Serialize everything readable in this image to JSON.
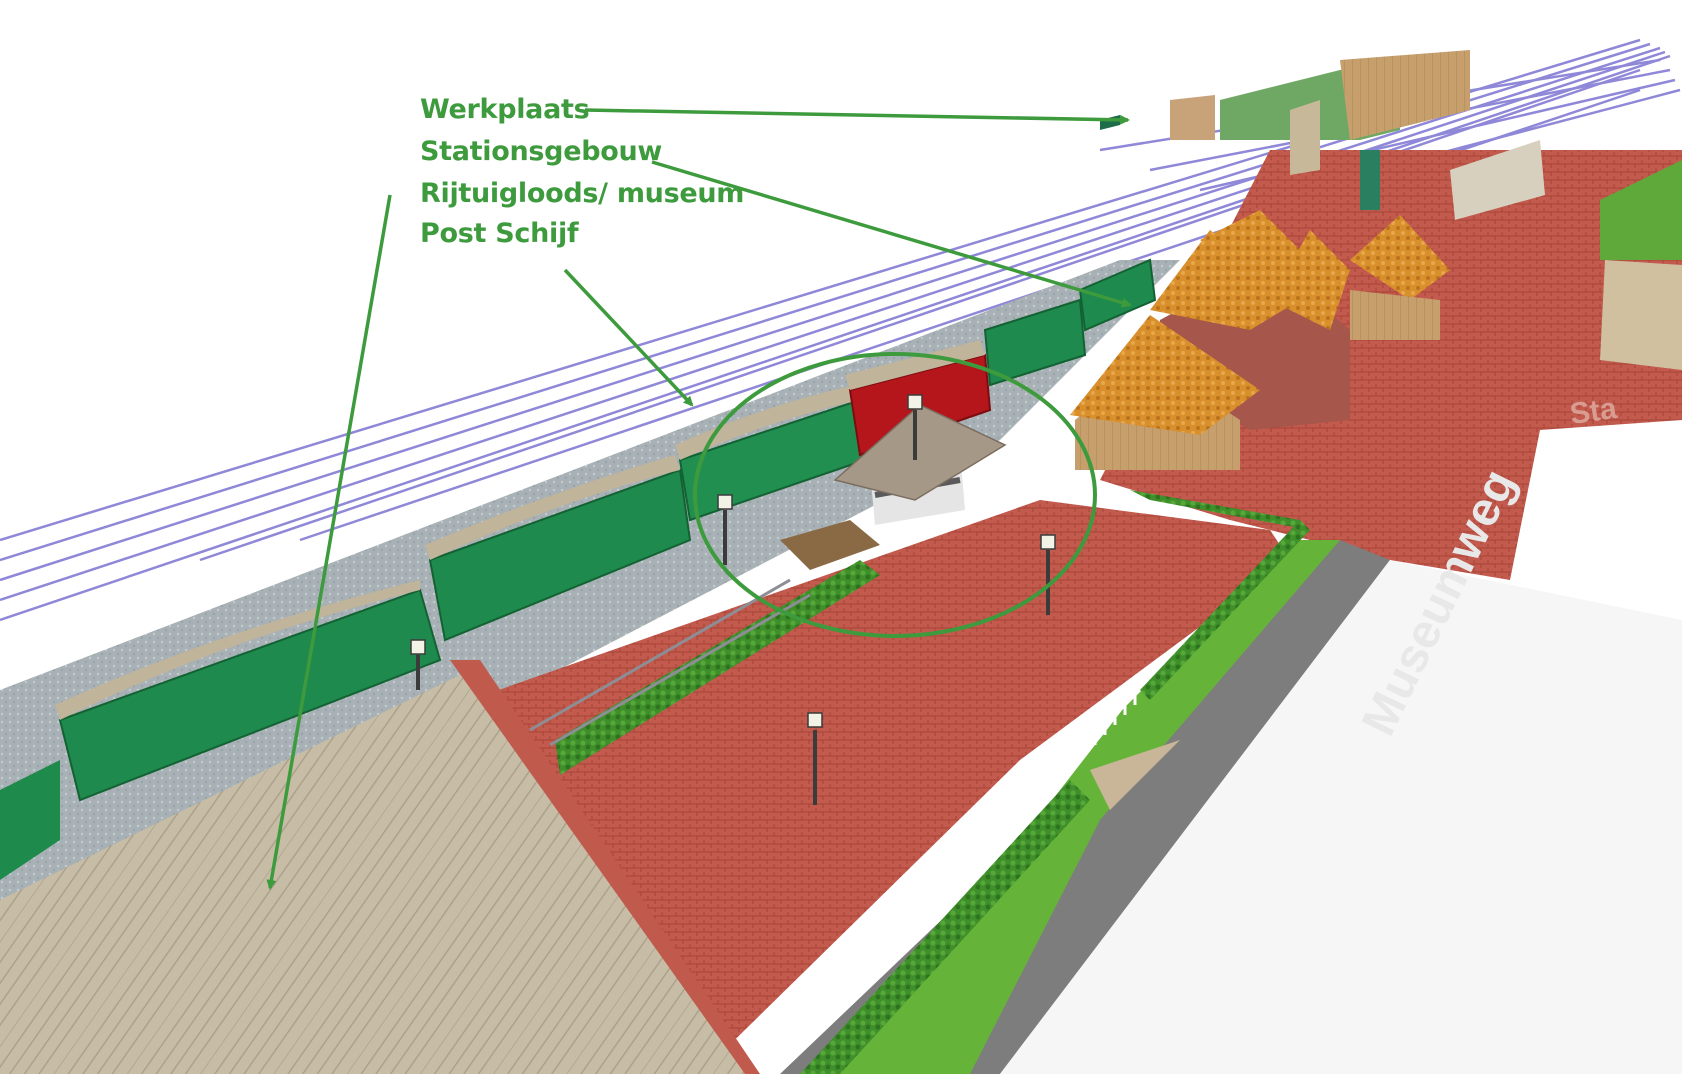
{
  "annotations": {
    "items": [
      {
        "label": "Werkplaats"
      },
      {
        "label": "Stationsgebouw"
      },
      {
        "label": "Rijtuigloods/ museum"
      },
      {
        "label": "Post Schijf"
      }
    ],
    "color": "#3d9b3d"
  },
  "map_labels": {
    "street": "Museumweg",
    "station_partial": "Sta"
  },
  "colors": {
    "wagon_green": "#1e8a4c",
    "wagon_red": "#b4161b",
    "brick_pavement": "#c0574c",
    "hedge": "#3f8f2a",
    "grass": "#5fae32",
    "road": "#7a7a7a",
    "roof_orange": "#d98c2a",
    "shed_roof": "#bdb39d",
    "platform": "#a9b2b6",
    "rails": "#8c84d6"
  }
}
